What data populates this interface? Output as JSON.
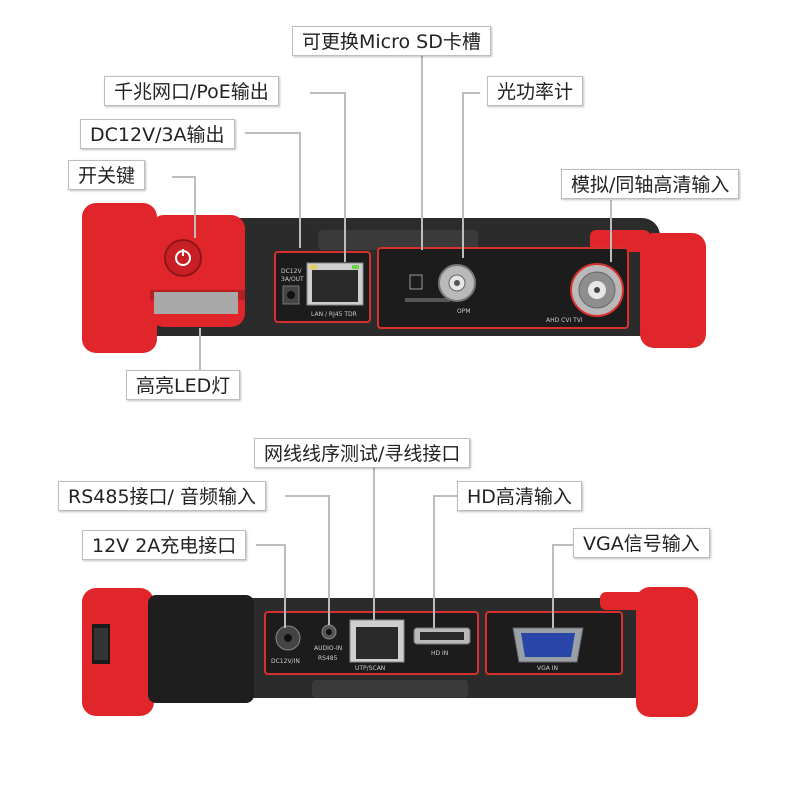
{
  "top_device": {
    "labels": {
      "micro_sd": "可更换Micro SD卡槽",
      "gigabit_poe": "千兆网口/PoE输出",
      "opm": "光功率计",
      "dc_out": "DC12V/3A输出",
      "analog_hd": "模拟/同轴高清输入",
      "power_key": "开关键",
      "led": "高亮LED灯"
    },
    "port_text": {
      "dc_out": [
        "DC12V",
        "3A/OUT"
      ],
      "lan": "LAN / RJ45 TDR",
      "opm": "OPM",
      "ahd": "AHD CVI TVI"
    }
  },
  "bottom_device": {
    "labels": {
      "cable_test": "网线线序测试/寻线接口",
      "rs485_audio": "RS485接口/ 音频输入",
      "hd_input": "HD高清输入",
      "charge": "12V 2A充电接口",
      "vga": "VGA信号输入"
    },
    "port_text": {
      "dc_in": "DC12V/IN",
      "audio_in": "AUDIO-IN",
      "rs485": "RS485",
      "utp": "UTP/SCAN",
      "hdmi": "HD IN",
      "vga": "VGA IN"
    }
  },
  "colors": {
    "bumper_red": "#e0262a",
    "body_black": "#2b2b2b",
    "panel_black": "#1c1c1c",
    "panel_outline": "#d8302f"
  }
}
